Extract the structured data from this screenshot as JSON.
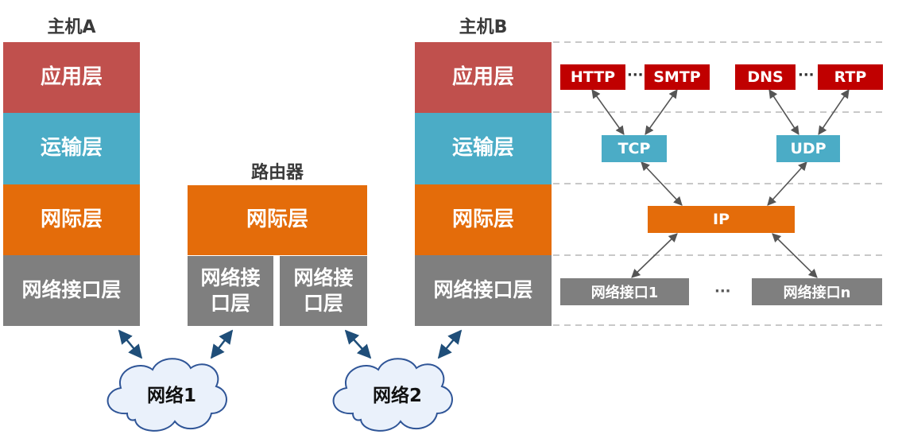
{
  "colors": {
    "app": "#c0504d",
    "transport": "#4bacc6",
    "internet": "#e46c0a",
    "netif": "#7f7f7f",
    "proto_red": "#c00000",
    "proto_blue": "#4bacc6",
    "proto_orange": "#e46c0a",
    "proto_gray": "#7f7f7f",
    "arrow_dark": "#1f4e79",
    "cloud_stroke": "#2f5597"
  },
  "hostA": {
    "title": "主机A",
    "layers": [
      "应用层",
      "运输层",
      "网际层",
      "网络接口层"
    ]
  },
  "router": {
    "title": "路由器",
    "internet_layer": "网际层",
    "netif_left": "网络接口层",
    "netif_right": "网络接口层"
  },
  "hostB": {
    "title": "主机B",
    "layers": [
      "应用层",
      "运输层",
      "网际层",
      "网络接口层"
    ]
  },
  "networks": {
    "net1": "网络1",
    "net2": "网络2"
  },
  "protocols": {
    "http": "HTTP",
    "smtp": "SMTP",
    "dns": "DNS",
    "rtp": "RTP",
    "ellipsis": "···",
    "tcp": "TCP",
    "udp": "UDP",
    "ip": "IP",
    "netif1": "网络接口1",
    "netifn": "网络接口n",
    "netif_ellipsis": "···"
  }
}
